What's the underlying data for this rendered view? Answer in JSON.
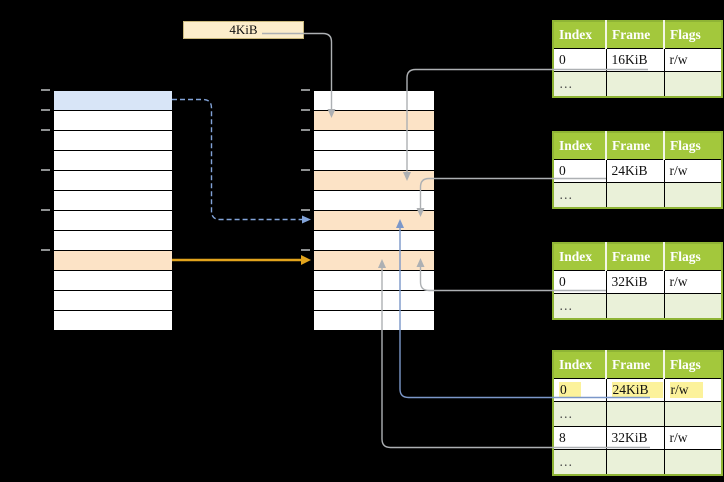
{
  "page_size_box": {
    "label": "4KiB"
  },
  "columns": {
    "left": {
      "rows": 12,
      "highlights": {
        "1": "blue",
        "9": "peach"
      }
    },
    "middle": {
      "rows": 12,
      "highlights": {
        "2": "peach",
        "5": "peach",
        "7": "peach",
        "9": "peach"
      }
    }
  },
  "tables": [
    {
      "headers": [
        "Index",
        "Frame",
        "Flags"
      ],
      "rows": [
        {
          "cells": [
            "0",
            "16KiB",
            "r/w"
          ]
        },
        {
          "cells": [
            "…",
            "",
            ""
          ]
        }
      ]
    },
    {
      "headers": [
        "Index",
        "Frame",
        "Flags"
      ],
      "rows": [
        {
          "cells": [
            "0",
            "24KiB",
            "r/w"
          ]
        },
        {
          "cells": [
            "…",
            "",
            ""
          ]
        }
      ]
    },
    {
      "headers": [
        "Index",
        "Frame",
        "Flags"
      ],
      "rows": [
        {
          "cells": [
            "0",
            "32KiB",
            "r/w"
          ]
        },
        {
          "cells": [
            "…",
            "",
            ""
          ]
        }
      ]
    },
    {
      "headers": [
        "Index",
        "Frame",
        "Flags"
      ],
      "rows": [
        {
          "cells": [
            "0",
            "24KiB",
            "r/w"
          ],
          "highlighted": true
        },
        {
          "cells": [
            "…",
            "",
            ""
          ]
        },
        {
          "cells": [
            "8",
            "32KiB",
            "r/w"
          ]
        },
        {
          "cells": [
            "…",
            "",
            ""
          ]
        }
      ]
    }
  ],
  "colors": {
    "background": "#000000",
    "blue-row": "#d8e5f7",
    "peach-row": "#fce3c6",
    "cream-box": "#fcedca",
    "cream-box-border": "#c9b87c",
    "header-green": "#a3c83c",
    "dots-green": "#eaf1d9",
    "table-border": "#8fb435",
    "yellow-highlight": "#fcf29b",
    "gray-line": "#adb0b3",
    "blue-line": "#7b97c9",
    "dashed-blue-line": "#82a3d8",
    "orange-line": "#e2a41d",
    "tick": "#8e9091",
    "row-border": "#000000"
  }
}
